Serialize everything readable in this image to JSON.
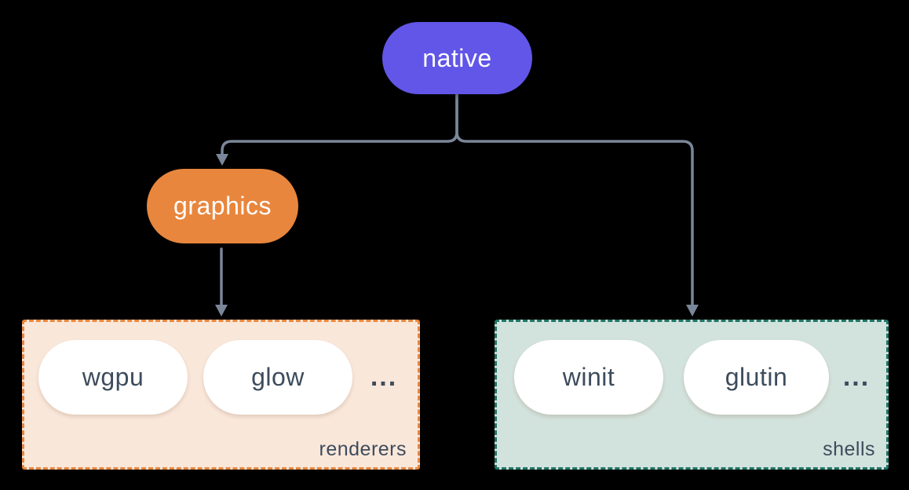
{
  "diagram": {
    "nodes": {
      "native": {
        "label": "native",
        "fill": "#6156e8",
        "text_color": "#ffffff"
      },
      "graphics": {
        "label": "graphics",
        "fill": "#e8863d",
        "text_color": "#ffffff"
      }
    },
    "groups": [
      {
        "id": "renderers",
        "label": "renderers",
        "fill": "#f9e7da",
        "border_color": "#e8863d",
        "items": [
          "wgpu",
          "glow"
        ],
        "more": "...",
        "border_style": "dashed"
      },
      {
        "id": "shells",
        "label": "shells",
        "fill": "#d2e2dc",
        "border_color": "#207566",
        "items": [
          "winit",
          "glutin"
        ],
        "more": "...",
        "border_style": "dashed"
      }
    ],
    "edges": [
      {
        "from": "native",
        "to": "graphics",
        "arrow": "down"
      },
      {
        "from": "native",
        "to": "shells",
        "arrow": "down"
      },
      {
        "from": "graphics",
        "to": "renderers",
        "arrow": "down"
      }
    ],
    "colors": {
      "background": "#000000",
      "connector": "#7a8699",
      "pill_bg": "#ffffff",
      "pill_text": "#3d4c5c"
    }
  }
}
